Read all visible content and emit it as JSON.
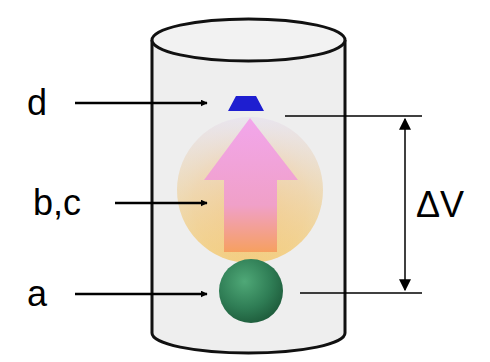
{
  "diagram": {
    "labels": [
      "d",
      "b,c",
      "a",
      "ΔV"
    ]
  }
}
